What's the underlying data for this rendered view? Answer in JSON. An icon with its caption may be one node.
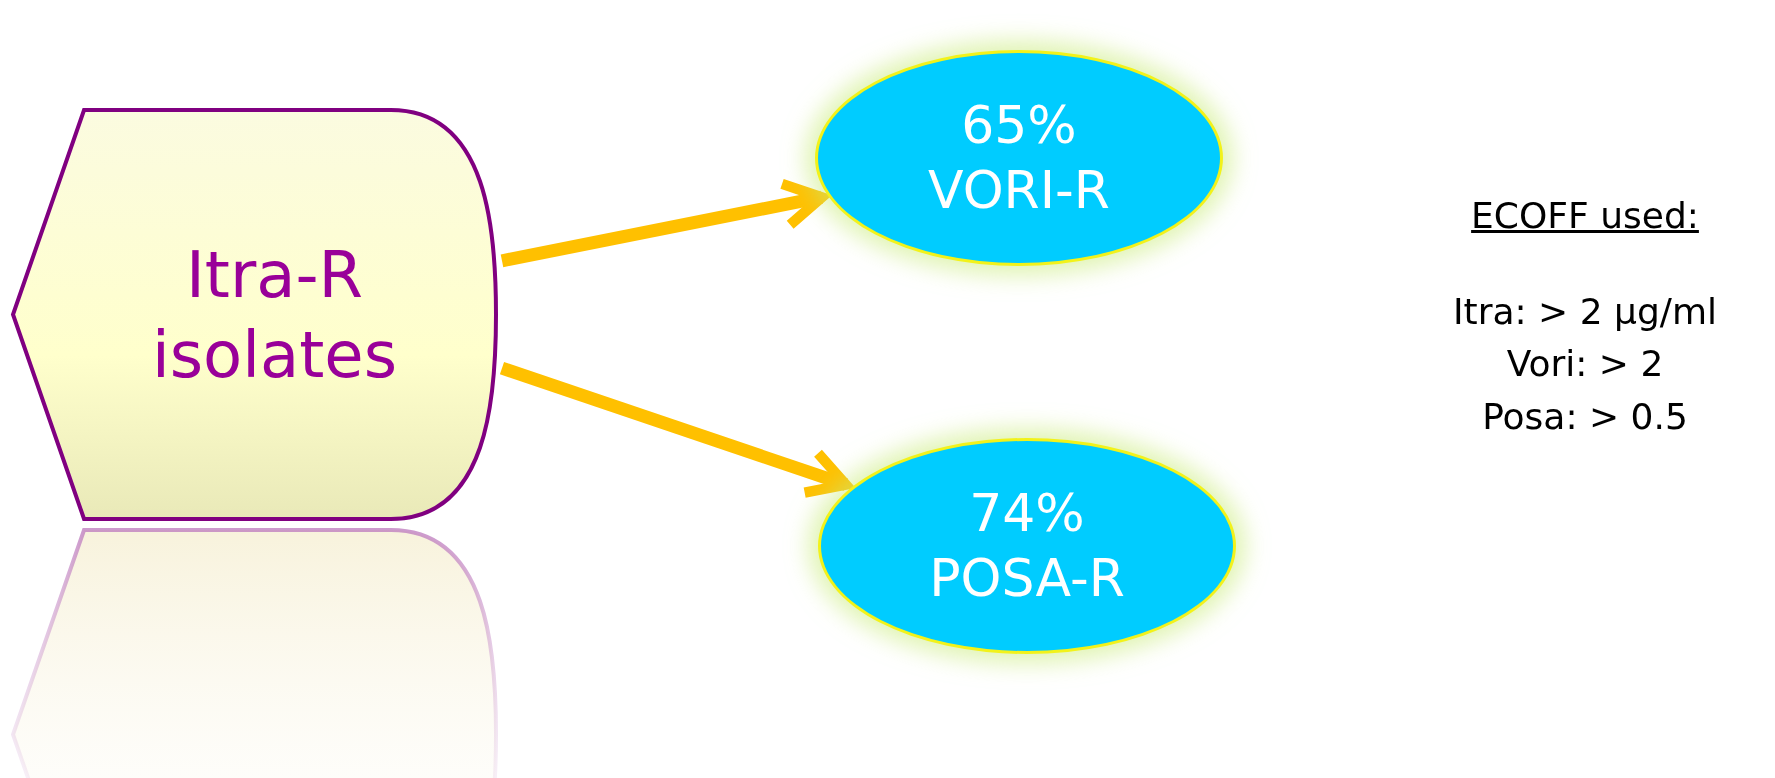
{
  "diagram": {
    "nodes": [
      {
        "text": [
          "Itra-R isolates"
        ]
      },
      {
        "text": [
          "65% VORI-R"
        ]
      },
      {
        "text": [
          "74% POSA-R"
        ]
      }
    ],
    "edges": [
      {
        "from": 0,
        "to": 1,
        "arrow": "to"
      },
      {
        "from": 0,
        "to": 2,
        "arrow": "to"
      }
    ],
    "labels": [
      "ECOFF used:",
      "Itra: > 2 μg/ml",
      "Vori: > 2",
      "Posa: > 0.5"
    ]
  }
}
